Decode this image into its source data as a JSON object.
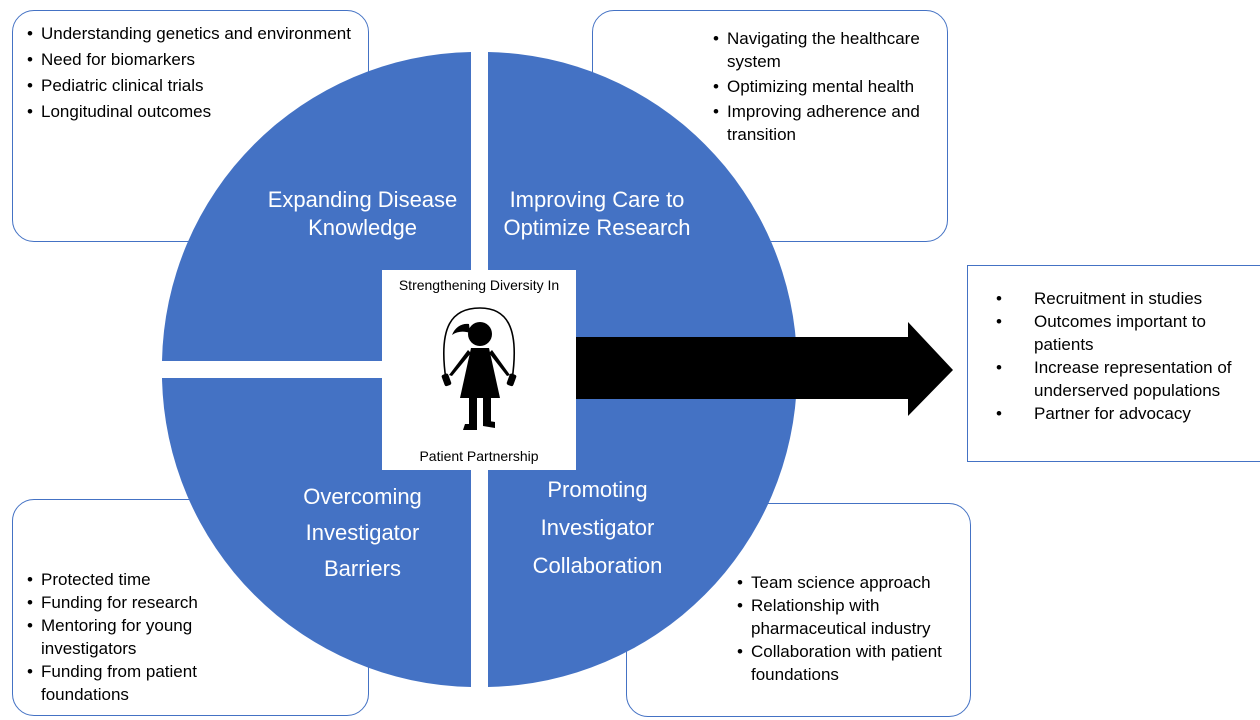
{
  "quadrants": [
    {
      "id": "tl",
      "title": "Expanding Disease Knowledge"
    },
    {
      "id": "tr",
      "title": "Improving Care to Optimize Research"
    },
    {
      "id": "bl",
      "title_lines": [
        "Overcoming",
        "Investigator",
        "Barriers"
      ]
    },
    {
      "id": "br",
      "title_lines": [
        "Promoting",
        "Investigator",
        "Collaboration"
      ]
    }
  ],
  "center": {
    "top_text": "Strengthening Diversity In",
    "bottom_text": "Patient Partnership",
    "icon": "child-jump-rope-icon"
  },
  "callouts": {
    "top_left": [
      "Understanding genetics and environment",
      "Need for biomarkers",
      "Pediatric clinical trials",
      "Longitudinal outcomes"
    ],
    "top_right": [
      "Navigating the healthcare system",
      "Optimizing mental health",
      "Improving adherence and transition"
    ],
    "bottom_left": [
      "Protected time",
      "Funding for research",
      "Mentoring for young investigators",
      "Funding from patient foundations"
    ],
    "bottom_right": [
      "Team science approach",
      "Relationship with pharmaceutical industry",
      "Collaboration with patient foundations"
    ]
  },
  "outcomes": [
    "Recruitment in studies",
    "Outcomes important to patients",
    "Increase representation of underserved populations",
    "Partner for advocacy"
  ],
  "colors": {
    "quadrant_fill": "#4472C4",
    "arrow_fill": "#000000",
    "box_border": "#4472C4"
  }
}
